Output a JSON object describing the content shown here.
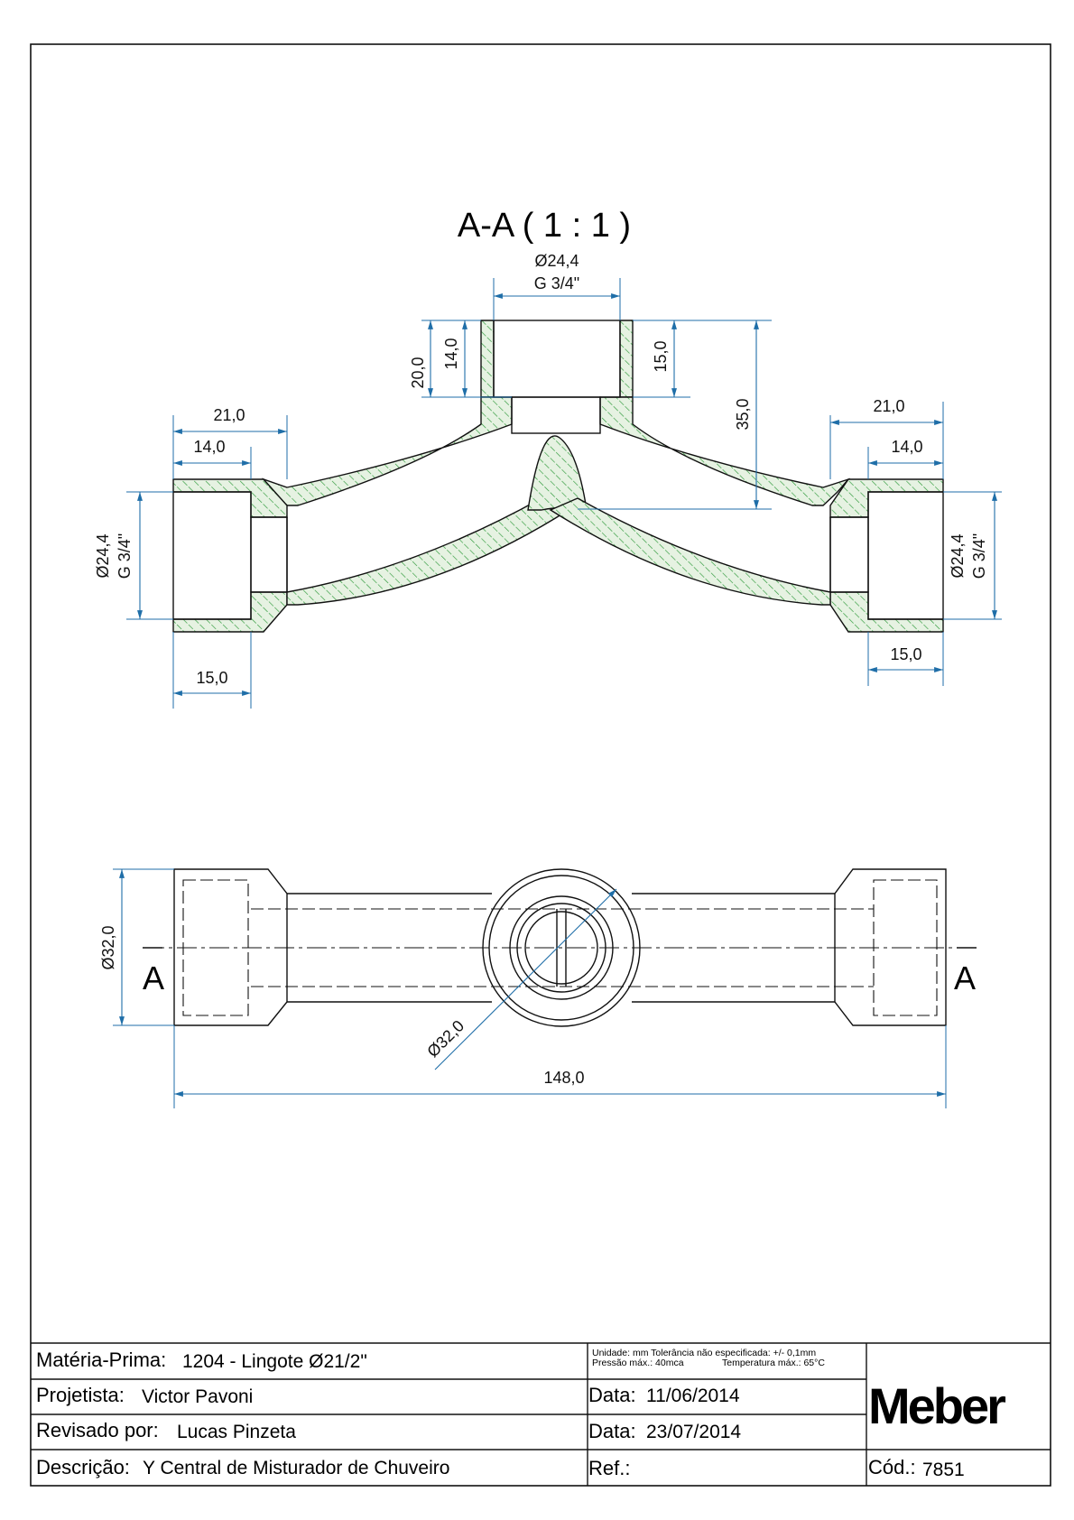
{
  "drawing": {
    "section_title": "A-A ( 1 : 1 )",
    "section_mark": "A",
    "dimensions": {
      "top_diameter": "Ø24,4",
      "top_thread": "G 3/4\"",
      "dim_20": "20,0",
      "dim_14_top": "14,0",
      "dim_15_top": "15,0",
      "dim_35": "35,0",
      "left_21": "21,0",
      "left_14": "14,0",
      "left_diameter": "Ø24,4",
      "left_thread": "G 3/4\"",
      "left_15": "15,0",
      "right_21": "21,0",
      "right_14": "14,0",
      "right_diameter": "Ø24,4",
      "right_thread": "G 3/4\"",
      "right_15": "15,0",
      "plan_diameter_left": "Ø32,0",
      "plan_diameter_center": "Ø32,0",
      "overall_length": "148,0"
    }
  },
  "title_block": {
    "materia_prima_label": "Matéria-Prima:",
    "materia_prima_value": "1204 - Lingote Ø21/2\"",
    "notes_line1": "Unidade: mm Tolerância não especificada: +/- 0,1mm",
    "notes_line2a": "Pressão máx.: 40mca",
    "notes_line2b": "Temperatura máx.: 65°C",
    "projetista_label": "Projetista:",
    "projetista_value": "Victor Pavoni",
    "data1_label": "Data:",
    "data1_value": "11/06/2014",
    "revisado_label": "Revisado por:",
    "revisado_value": "Lucas Pinzeta",
    "data2_label": "Data:",
    "data2_value": "23/07/2014",
    "descricao_label": "Descrição:",
    "descricao_value": "Y Central de Misturador de Chuveiro",
    "ref_label": "Ref.:",
    "cod_label": "Cód.:",
    "cod_value": "7851",
    "logo": "Meber"
  },
  "colors": {
    "dimension": "#1f6ea8",
    "hatch": "#2e9a3a",
    "section_fill": "#cfe7c8",
    "outline": "#111111"
  }
}
